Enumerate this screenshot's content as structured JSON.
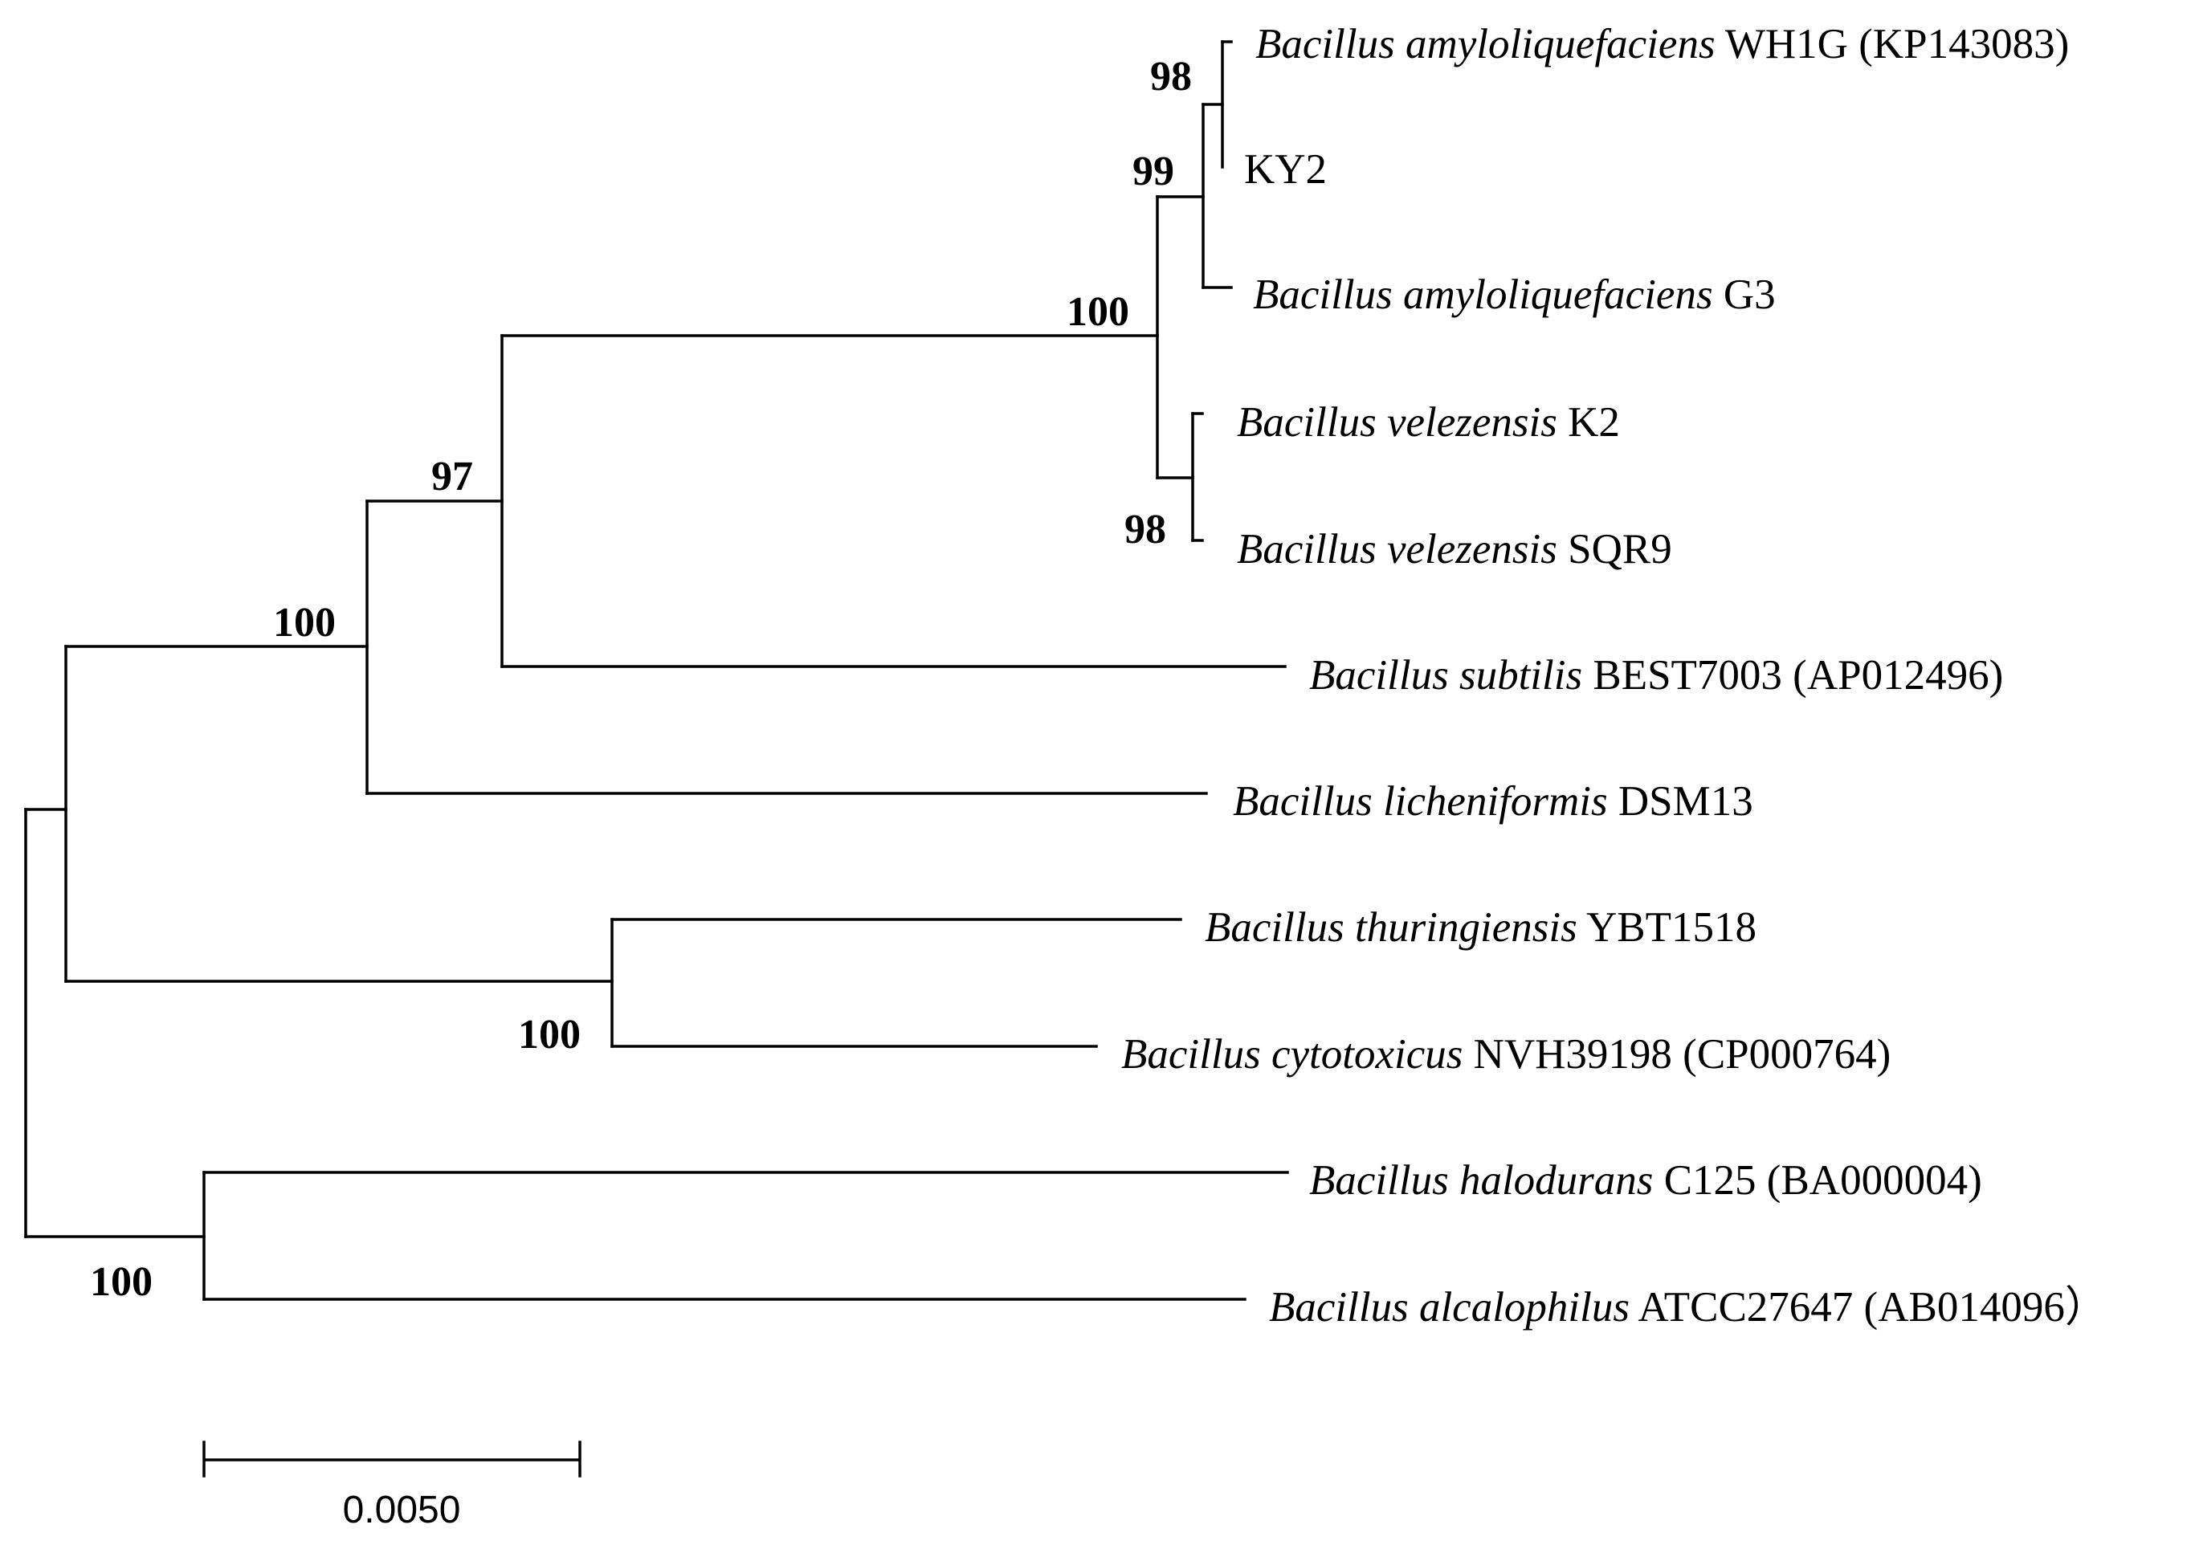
{
  "taxa": [
    {
      "species": "Bacillus amyloliquefaciens",
      "strain": " WH1G (KP143083)"
    },
    {
      "species": "",
      "strain": "KY2"
    },
    {
      "species": "Bacillus amyloliquefaciens",
      "strain": " G3"
    },
    {
      "species": "Bacillus velezensis",
      "strain": " K2"
    },
    {
      "species": "Bacillus velezensis",
      "strain": " SQR9"
    },
    {
      "species": "Bacillus subtilis",
      "strain": " BEST7003 (AP012496)"
    },
    {
      "species": "Bacillus licheniformis",
      "strain": " DSM13"
    },
    {
      "species": "Bacillus thuringiensis",
      "strain": " YBT1518"
    },
    {
      "species": "Bacillus cytotoxicus",
      "strain": " NVH39198 (CP000764)"
    },
    {
      "species": "Bacillus halodurans",
      "strain": " C125 (BA000004)"
    },
    {
      "species": "Bacillus alcalophilus",
      "strain": " ATCC27647 (AB014096）"
    }
  ],
  "bootstrap": [
    "98",
    "99",
    "100",
    "98",
    "97",
    "100",
    "100",
    "100"
  ],
  "scale_bar": {
    "label": "0.0050"
  }
}
